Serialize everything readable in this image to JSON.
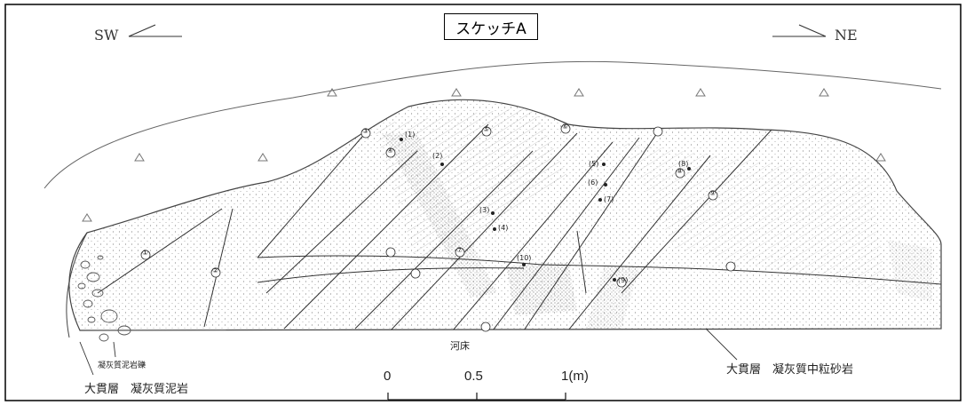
{
  "title": "スケッチA",
  "directions": {
    "left": "SW",
    "right": "NE"
  },
  "labels": {
    "riverbed": "河床",
    "left_clast": "凝灰質泥岩礫",
    "left_formation": "大貫層　凝灰質泥岩",
    "right_formation": "大貫層　凝灰質中粒砂岩"
  },
  "scale_bar": {
    "ticks": [
      "0",
      "0.5",
      "1(m)"
    ]
  },
  "fault_markers": [
    "①",
    "②",
    "③",
    "④",
    "⑤",
    "⑥",
    "⑦",
    "⑧",
    "⑨"
  ],
  "sample_points": [
    "(1)",
    "(2)",
    "(3)",
    "(4)",
    "(5)",
    "(6)",
    "(7)",
    "(8)",
    "(9)",
    "(10)"
  ]
}
